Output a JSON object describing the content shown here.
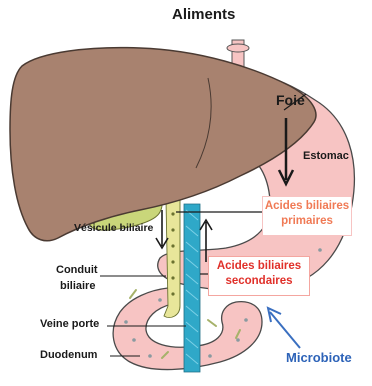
{
  "labels": {
    "aliments": "Aliments",
    "foie": "Foie",
    "estomac": "Estomac",
    "vesicule": "Vésicule biliaire",
    "conduit_1": "Conduit",
    "conduit_2": "biliaire",
    "veine_porte": "Veine porte",
    "duodenum": "Duodenum",
    "microbiote": "Microbiote"
  },
  "boxes": {
    "primaires_1": "Acides biliaires",
    "primaires_2": "primaires",
    "secondaires_1": "Acides biliaires",
    "secondaires_2": "secondaires"
  },
  "colors": {
    "liver": "#a8826f",
    "stomach": "#f7c4c3",
    "gallbladder": "#c9d67a",
    "vein": "#2fa8c8",
    "primary_text": "#f07a55",
    "secondary_text": "#e0302a",
    "microbiote_text": "#2d63b8",
    "microbiote_arrow": "#3a6fc0"
  }
}
